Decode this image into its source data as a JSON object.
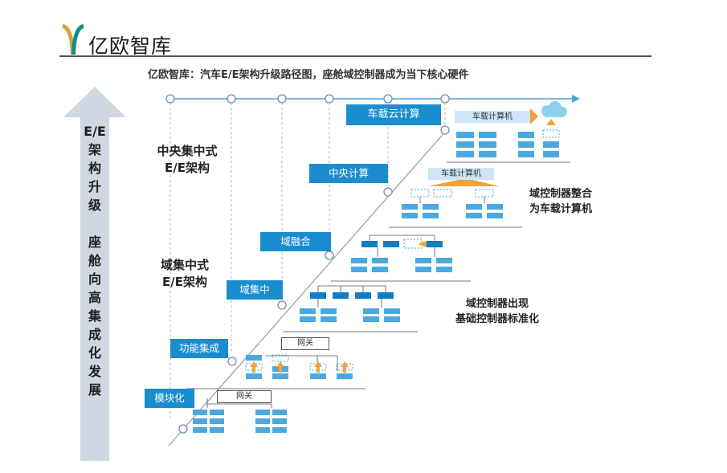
{
  "brand": {
    "name": "亿欧智库",
    "accent": "#1a8dcf",
    "logo_gold": "#d4a637",
    "logo_teal": "#0e8f8b"
  },
  "title": "亿欧智库：汽车E/E架构升级路径图，座舱域控制器成为当下核心硬件",
  "vertical_axis": {
    "chars": [
      "E/E",
      "架",
      "构",
      "升",
      "级",
      "",
      "座",
      "舱",
      "向",
      "高",
      "集",
      "成",
      "化",
      "发",
      "展"
    ]
  },
  "stages": [
    "模块化",
    "功能集成",
    "域集中",
    "域融合",
    "中央计算",
    "车载云计算"
  ],
  "architectures": {
    "central": [
      "中央集中式",
      "E/E架构"
    ],
    "domain": [
      "域集中式",
      "E/E架构"
    ]
  },
  "notes": {
    "upper": [
      "域控制器整合",
      "为车载计算机"
    ],
    "lower": [
      "域控制器出现",
      "基础控制器标准化"
    ]
  },
  "labels": {
    "gateway": "网关",
    "vehicle_computer": "车载计算机"
  }
}
